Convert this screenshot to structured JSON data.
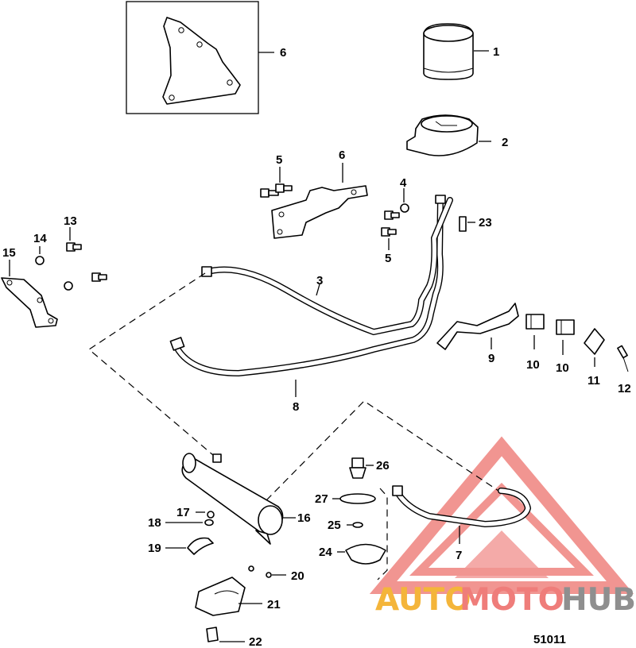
{
  "diagram": {
    "callouts": [
      {
        "id": "c1",
        "label": "1"
      },
      {
        "id": "c2",
        "label": "2"
      },
      {
        "id": "c3",
        "label": "3"
      },
      {
        "id": "c4",
        "label": "4"
      },
      {
        "id": "c5a",
        "label": "5"
      },
      {
        "id": "c5b",
        "label": "5"
      },
      {
        "id": "c6a",
        "label": "6"
      },
      {
        "id": "c6b",
        "label": "6"
      },
      {
        "id": "c7",
        "label": "7"
      },
      {
        "id": "c8",
        "label": "8"
      },
      {
        "id": "c9",
        "label": "9"
      },
      {
        "id": "c10a",
        "label": "10"
      },
      {
        "id": "c10b",
        "label": "10"
      },
      {
        "id": "c11",
        "label": "11"
      },
      {
        "id": "c12",
        "label": "12"
      },
      {
        "id": "c13",
        "label": "13"
      },
      {
        "id": "c14",
        "label": "14"
      },
      {
        "id": "c15",
        "label": "15"
      },
      {
        "id": "c16",
        "label": "16"
      },
      {
        "id": "c17",
        "label": "17"
      },
      {
        "id": "c18",
        "label": "18"
      },
      {
        "id": "c19",
        "label": "19"
      },
      {
        "id": "c20",
        "label": "20"
      },
      {
        "id": "c21",
        "label": "21"
      },
      {
        "id": "c22",
        "label": "22"
      },
      {
        "id": "c23",
        "label": "23"
      },
      {
        "id": "c24",
        "label": "24"
      },
      {
        "id": "c25",
        "label": "25"
      },
      {
        "id": "c26",
        "label": "26"
      },
      {
        "id": "c27",
        "label": "27"
      }
    ],
    "figure_code": "51011"
  },
  "watermark": {
    "part1": "AUTO",
    "part2": "MOTO",
    "part3": "HUB",
    "colors": {
      "auto": "#f4b53a",
      "moto": "#ef7d7a",
      "hub": "#8f8f8f",
      "triangle": "#f08a86"
    }
  }
}
